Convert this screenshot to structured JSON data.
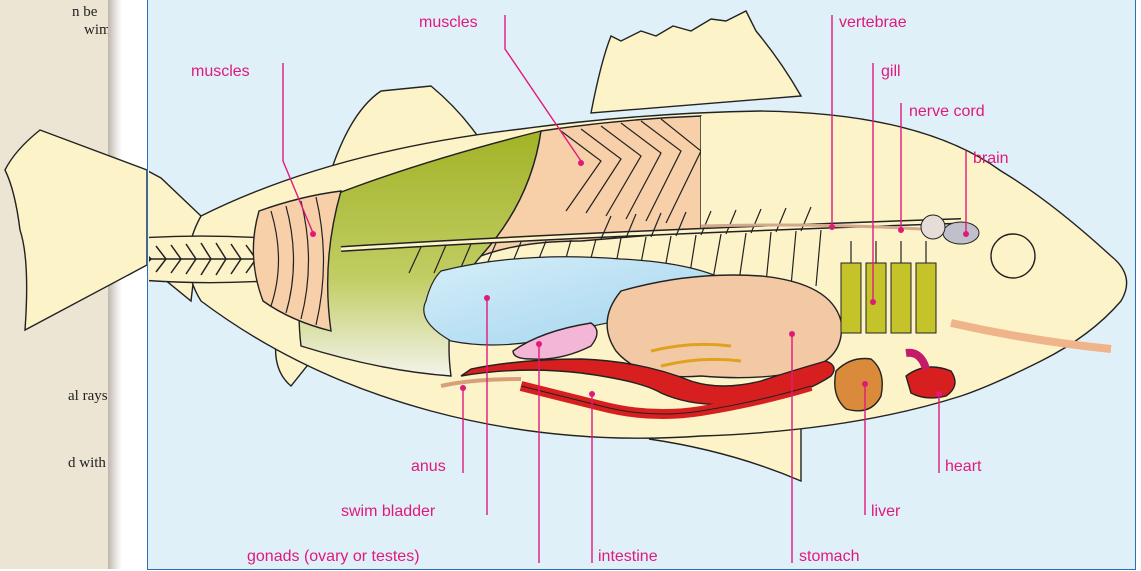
{
  "sidebar": {
    "lines": [
      "n be",
      "wim",
      "al rays",
      "d with"
    ]
  },
  "labels": {
    "muscles_top": "muscles",
    "muscles_left": "muscles",
    "vertebrae": "vertebrae",
    "gill": "gill",
    "nerve_cord": "nerve cord",
    "brain": "brain",
    "anus": "anus",
    "swim_bladder": "swim bladder",
    "gonads": "gonads (ovary or testes)",
    "intestine": "intestine",
    "stomach": "stomach",
    "liver": "liver",
    "heart": "heart"
  },
  "colors": {
    "label": "#e0197d",
    "panel_bg": "#dff0f8",
    "panel_border": "#2d6fb5",
    "body": "#fdf3c9",
    "muscle": "#f7cfa8",
    "swim_bladder": "#bfe3f5",
    "stomach": "#f2c9a4",
    "intestine": "#d71f1f",
    "gill": "#c4c42a",
    "liver": "#d98a3a",
    "sidebar_bg": "#ede5d3"
  }
}
